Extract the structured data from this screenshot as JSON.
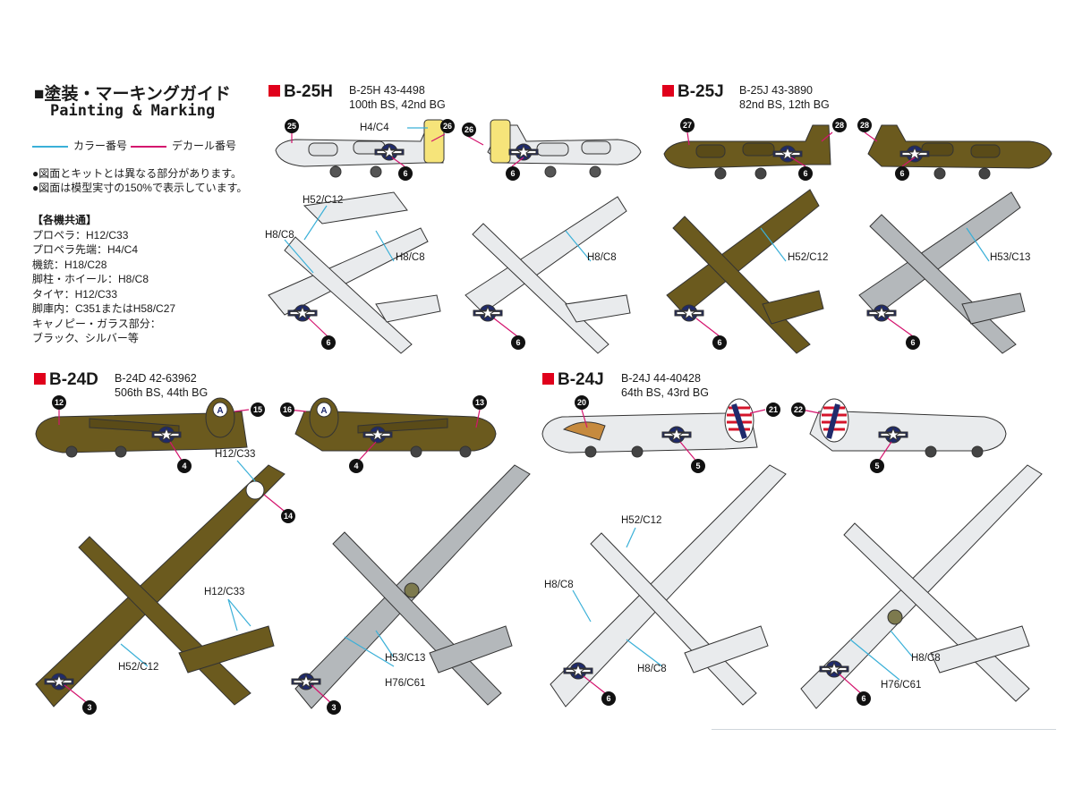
{
  "header": {
    "title_jp": "■塗装・マーキングガイド",
    "title_en": "Painting & Marking"
  },
  "legend": {
    "color_label": "カラー番号",
    "decal_label": "デカール番号",
    "color_line": "#3ab0d8",
    "decal_line": "#d4146e"
  },
  "notes": [
    "●図面とキットとは異なる部分があります。",
    "●図面は模型実寸の150%で表示しています。"
  ],
  "common": {
    "heading": "【各機共通】",
    "lines": [
      "プロペラ：H12/C33",
      "プロペラ先端：H4/C4",
      "機銃：H18/C28",
      "脚柱・ホイール：H8/C8",
      "タイヤ：H12/C33",
      "脚庫内：C351またはH58/C27",
      "キャノピー・ガラス部分：",
      "ブラック、シルバー等"
    ]
  },
  "colors": {
    "olive": "#6b5a1e",
    "silver": "#e9ebed",
    "gray": "#b4b8bb",
    "accent_red": "#e0001b"
  },
  "sections": {
    "b25h": {
      "title": "B-25H",
      "sub1": "B-25H 43-4498",
      "sub2": "100th BS, 42nd BG",
      "labels": {
        "top": "H4/C4",
        "left_a": "H52/C12",
        "left_b": "H8/C8",
        "right": "H8/C8",
        "right2": "H8/C8"
      },
      "badges": {
        "a": "25",
        "b": "26",
        "c": "6",
        "d": "26",
        "e": "6",
        "f": "6",
        "g": "6"
      }
    },
    "b25j": {
      "title": "B-25J",
      "sub1": "B-25J 43-3890",
      "sub2": "82nd BS, 12th BG",
      "labels": {
        "plan1": "H52/C12",
        "plan2": "H53/C13"
      },
      "badges": {
        "a": "27",
        "b": "28",
        "c": "6",
        "d": "28",
        "e": "6",
        "f": "6",
        "g": "6"
      }
    },
    "b24d": {
      "title": "B-24D",
      "sub1": "B-24D 42-63962",
      "sub2": "506th BS, 44th BG",
      "labels": {
        "top": "H12/C33",
        "mid": "H12/C33",
        "olive": "H52/C12",
        "gray": "H53/C13",
        "under": "H76/C61"
      },
      "badges": {
        "a": "12",
        "b": "15",
        "c": "4",
        "d": "16",
        "e": "13",
        "f": "4",
        "g": "14",
        "h": "3",
        "i": "3"
      }
    },
    "b24j": {
      "title": "B-24J",
      "sub1": "B-24J 44-40428",
      "sub2": "64th BS, 43rd BG",
      "labels": {
        "canopy": "H52/C12",
        "gun": "H8/C8",
        "wing": "H8/C8",
        "right": "H8/C8",
        "under": "H76/C61"
      },
      "badges": {
        "a": "20",
        "b": "21",
        "c": "5",
        "d": "22",
        "e": "5",
        "f": "6",
        "g": "6"
      }
    }
  }
}
